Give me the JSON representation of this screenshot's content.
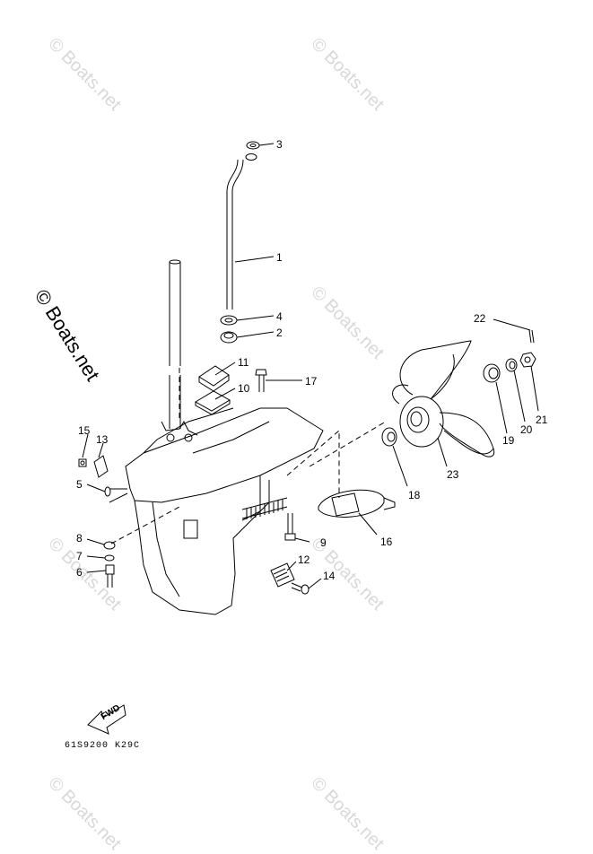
{
  "watermark": "© Boats.net",
  "diagram_code": "61S9200 K29C",
  "fwd_label": "FWD",
  "callouts": [
    "1",
    "2",
    "3",
    "4",
    "5",
    "6",
    "7",
    "8",
    "9",
    "10",
    "11",
    "12",
    "13",
    "14",
    "15",
    "16",
    "17",
    "18",
    "19",
    "20",
    "21",
    "22",
    "23"
  ],
  "colors": {
    "line": "#000000",
    "watermark": "#d8d8d8"
  }
}
